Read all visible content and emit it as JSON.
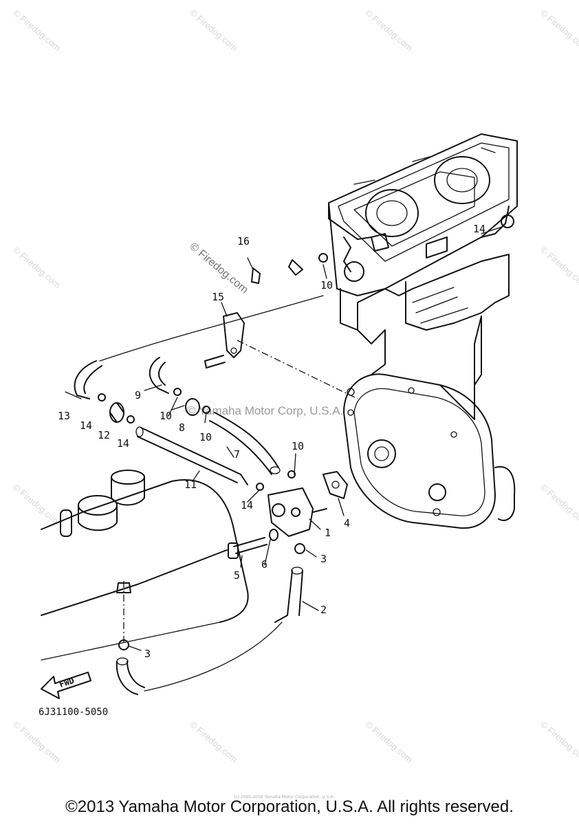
{
  "callouts": {
    "c1": "1",
    "c2": "2",
    "c3a": "3",
    "c3b": "3",
    "c4": "4",
    "c5": "5",
    "c6": "6",
    "c7": "7",
    "c8": "8",
    "c9": "9",
    "c10a": "10",
    "c10b": "10",
    "c10c": "10",
    "c10d": "10",
    "c11": "11",
    "c12": "12",
    "c13": "13",
    "c14a": "14",
    "c14b": "14",
    "c14c": "14",
    "c14d": "14",
    "c15": "15",
    "c16": "16"
  },
  "fwd_label": "FWD",
  "part_code": "6J31100-5050",
  "watermarks": {
    "firedog": "© Firedog.com",
    "firedog_big": "© Firedog.com",
    "center": "© Yamaha Motor Corp, U.S.A."
  },
  "tiny_copyright": "(c) 2005-2016 Yamaha Motor Corporation, U.S.A.",
  "copyright": "©2013 Yamaha Motor Corporation, U.S.A. All rights reserved."
}
